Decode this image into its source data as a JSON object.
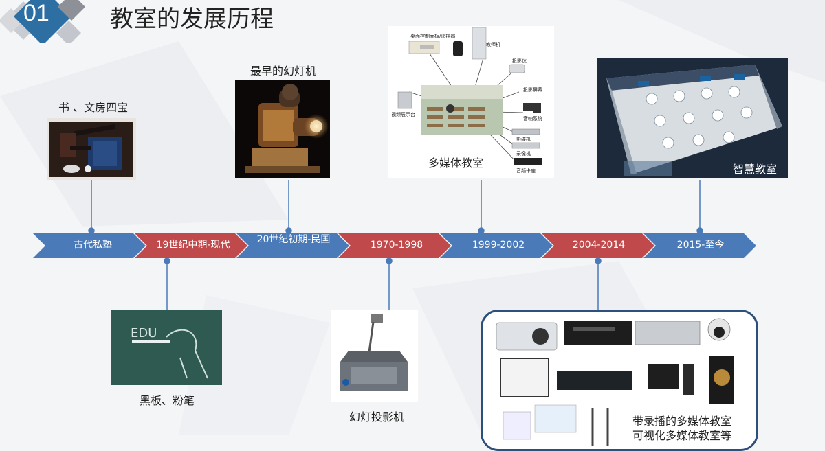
{
  "header": {
    "badge_number": "01",
    "title": "教室的发展历程"
  },
  "timeline": {
    "segments": [
      {
        "label": "古代私塾",
        "color": "#4a7ab8"
      },
      {
        "label": "19世纪中期-现代",
        "color": "#c0494b"
      },
      {
        "label": "20世纪初期-民国",
        "color": "#4a7ab8"
      },
      {
        "label": "1970-1998",
        "color": "#c0494b"
      },
      {
        "label": "1999-2002",
        "color": "#4a7ab8"
      },
      {
        "label": "2004-2014",
        "color": "#c0494b"
      },
      {
        "label": "2015-至今",
        "color": "#4a7ab8"
      }
    ]
  },
  "captions": {
    "books": "书 、文房四宝",
    "projector": "最早的幻灯机",
    "multimedia": "多媒体教室",
    "smart": "智慧教室",
    "blackboard": "黑板、粉笔",
    "overhead": "幻灯投影机",
    "recording_line1": "带录播的多媒体教室",
    "recording_line2": "可视化多媒体教室等"
  },
  "diagram_labels": {
    "desk_control": "桌面控制面板/遥控器",
    "teacher_pc": "教师机",
    "projector": "投影仪",
    "screen": "投影屏幕",
    "visualizer": "视频展示台",
    "audio": "音响系统",
    "vcr": "影碟机",
    "recorder": "录像机",
    "amp": "音频卡座"
  },
  "chalk_text": "EDU",
  "colors": {
    "blue": "#4a7ab8",
    "red": "#c0494b",
    "badge": "#2e6fa3",
    "frame": "#2c4f7c"
  }
}
